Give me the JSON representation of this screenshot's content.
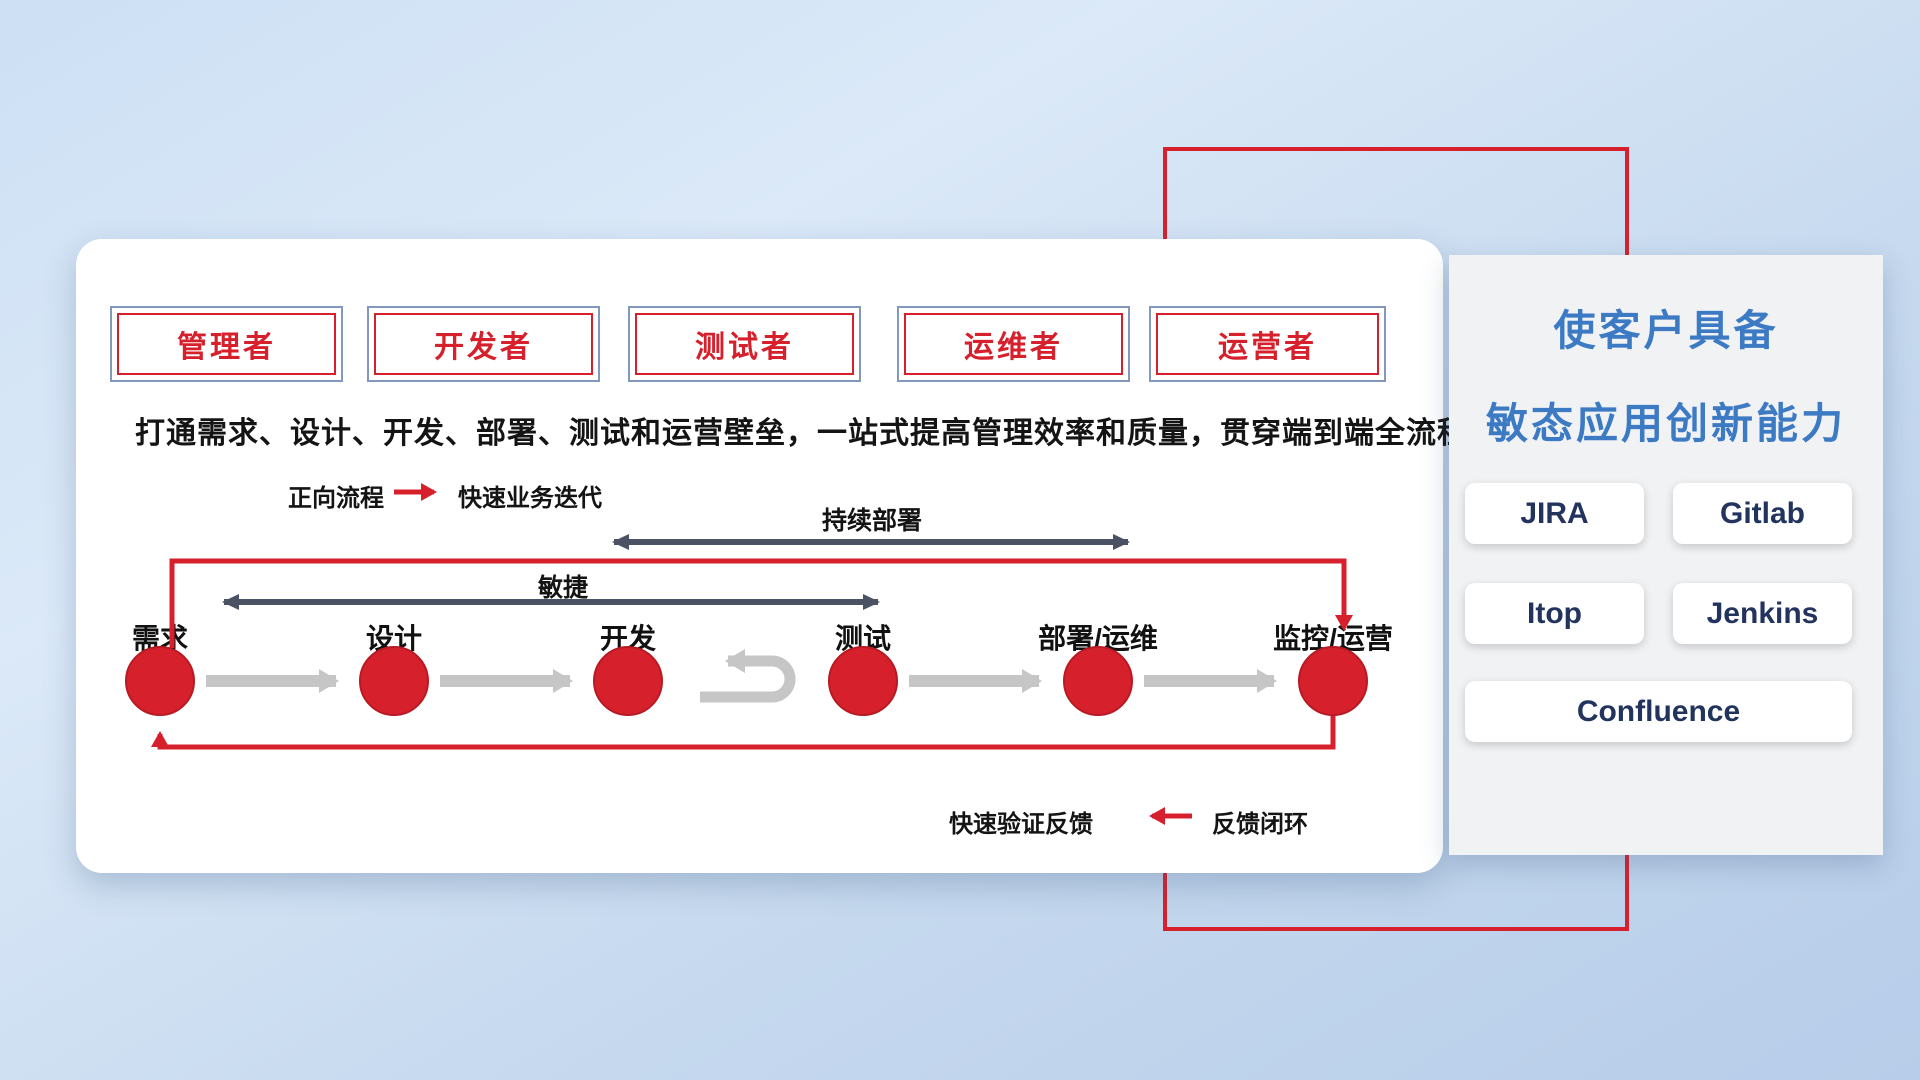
{
  "colors": {
    "accent_red": "#d6212d",
    "dark_arrow": "#4a5263",
    "gray_arrow": "#c6c6c6",
    "title_blue": "#3d7ac4",
    "tool_text_navy": "#22345e"
  },
  "roles": [
    {
      "label": "管理者"
    },
    {
      "label": "开发者"
    },
    {
      "label": "测试者"
    },
    {
      "label": "运维者"
    },
    {
      "label": "运营者"
    }
  ],
  "subtitle": "打通需求、设计、开发、部署、测试和运营壁垒，一站式提高管理效率和质量，贯穿端到端全流程",
  "legends": {
    "forward_label": "正向流程",
    "forward_value": "快速业务迭代",
    "feedback_label": "快速验证反馈",
    "feedback_value": "反馈闭环"
  },
  "span_arrows": {
    "continuous_deploy": "持续部署",
    "agile": "敏捷"
  },
  "stages": [
    "需求",
    "设计",
    "开发",
    "测试",
    "部署/运维",
    "监控/运营"
  ],
  "side_panel": {
    "title_line1": "使客户具备",
    "title_line2": "敏态应用创新能力",
    "tools": [
      "JIRA",
      "Gitlab",
      "Itop",
      "Jenkins",
      "Confluence"
    ]
  }
}
